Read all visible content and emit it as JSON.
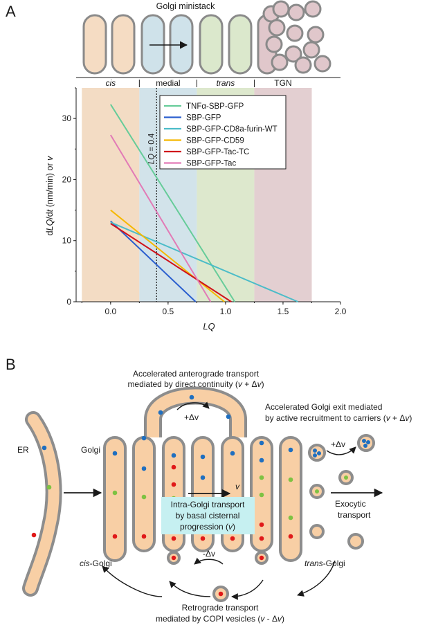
{
  "panel_a": {
    "panel_label": "A",
    "ministack_title": "Golgi ministack",
    "compartments": [
      {
        "name": "cis",
        "italic": true,
        "color": "#f3dcc4",
        "lq_range": [
          -0.25,
          0.25
        ]
      },
      {
        "name": "medial",
        "italic": false,
        "color": "#d2e3ea",
        "lq_range": [
          0.25,
          0.75
        ]
      },
      {
        "name": "trans",
        "italic": true,
        "color": "#dde8cd",
        "lq_range": [
          0.75,
          1.25
        ]
      },
      {
        "name": "TGN",
        "italic": false,
        "color": "#e3cfd1",
        "lq_range": [
          1.25,
          1.75
        ]
      }
    ],
    "cisterna_colors": [
      "#f5dcc3",
      "#f5dcc3",
      "#cfe2ea",
      "#cfe2ea",
      "#dbe8cc",
      "#dbe8cc"
    ],
    "tgn_color": "#e0c7cb",
    "stroke_color": "#8a8a8a"
  },
  "chart_data": {
    "type": "line",
    "xlabel": "LQ",
    "ylabel": "dLQ/dt (nm/min) or v",
    "xlim": [
      -0.3,
      2.0
    ],
    "ylim": [
      0,
      35
    ],
    "xticks": [
      "0.0",
      "0.5",
      "1.0",
      "1.5",
      "2.0"
    ],
    "xtick_values": [
      0.0,
      0.5,
      1.0,
      1.5,
      2.0
    ],
    "yticks": [
      "0",
      "10",
      "20",
      "30"
    ],
    "ytick_values": [
      0,
      10,
      20,
      30
    ],
    "marker_line": {
      "x": 0.4,
      "label": "LQ = 0.4"
    },
    "series": [
      {
        "name": "TNFα-SBP-GFP",
        "color": "#66cc99",
        "x": [
          0.0,
          1.08
        ],
        "y": [
          32.3,
          0
        ]
      },
      {
        "name": "SBP-GFP",
        "color": "#2b5fcf",
        "x": [
          0.0,
          0.74
        ],
        "y": [
          13.2,
          0
        ]
      },
      {
        "name": "SBP-GFP-CD8a-furin-WT",
        "color": "#4bbcc8",
        "x": [
          0.0,
          1.63
        ],
        "y": [
          13.0,
          0
        ]
      },
      {
        "name": "SBP-GFP-CD59",
        "color": "#f5b800",
        "x": [
          0.0,
          0.99
        ],
        "y": [
          15.0,
          0
        ]
      },
      {
        "name": "SBP-GFP-Tac-TC",
        "color": "#d0121b",
        "x": [
          0.0,
          1.05
        ],
        "y": [
          12.8,
          0
        ]
      },
      {
        "name": "SBP-GFP-Tac",
        "color": "#e27ab6",
        "x": [
          0.0,
          0.87
        ],
        "y": [
          27.3,
          0
        ]
      }
    ],
    "legend": "top-right"
  },
  "panel_b": {
    "panel_label": "B",
    "er_label": "ER",
    "golgi_label": "Golgi",
    "cis_golgi_prefix": "cis",
    "cis_golgi_suffix": "-Golgi",
    "trans_golgi_prefix": "trans",
    "trans_golgi_suffix": "-Golgi",
    "anterograde_line1": "Accelerated anterograde transport",
    "anterograde_line2": "mediated by direct continuity (v + Δv)",
    "exit_line1": "Accelerated Golgi exit mediated",
    "exit_line2": "by active recruitment to carriers (v + Δv)",
    "plus_dv": "+Δv",
    "plus_dv_exit": "+Δv",
    "minus_dv": "-Δv",
    "v_label": "v",
    "intra_line1": "Intra-Golgi transport",
    "intra_line2": "by basal cisternal",
    "intra_line3": "progression (v)",
    "exocytic_line1": "Exocytic",
    "exocytic_line2": "transport",
    "retro_line1": "Retrograde transport",
    "retro_line2": "mediated by COPI vesicles (v - Δv)",
    "fill_color": "#f8cfa5",
    "outline_color": "#8d8d8d",
    "box_color": "#c6f0f1",
    "dot_colors": {
      "blue": "#1f6fc0",
      "green": "#7ec242",
      "red": "#e01919"
    }
  }
}
